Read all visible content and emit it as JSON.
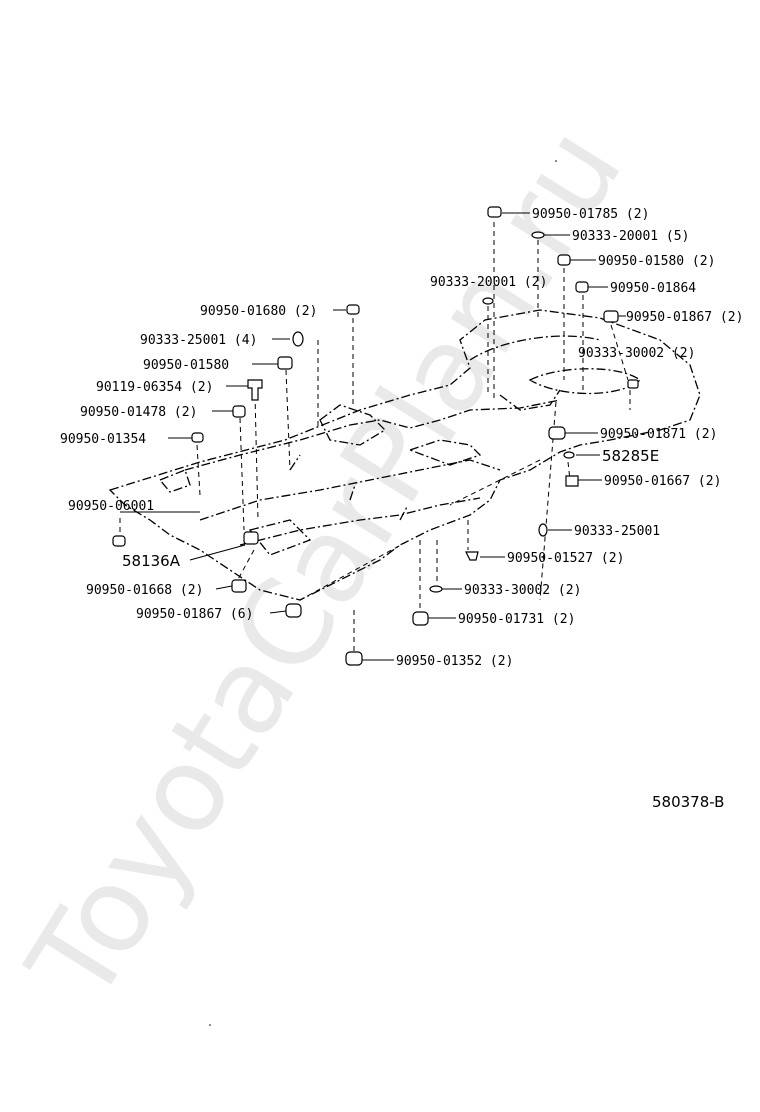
{
  "diagram": {
    "drawing_code": "580378-B",
    "watermark": "ToyotaCarPlan.ru",
    "callouts": [
      "90950-01785 (2)",
      "90333-20001 (5)",
      "90950-01580 (2)",
      "90333-20001 (2)",
      "90950-01864",
      "90950-01867 (2)",
      "90950-01680 (2)",
      "90333-25001 (4)",
      "90333-30002 (2)",
      "90950-01580",
      "90119-06354 (2)",
      "90950-01478 (2)",
      "90950-01871 (2)",
      "90950-01354",
      "58285E",
      "90950-01667 (2)",
      "90950-06001",
      "90333-25001",
      "58136A",
      "90950-01527 (2)",
      "90950-01668 (2)",
      "90333-30002 (2)",
      "90950-01867 (6)",
      "90950-01731 (2)",
      "90950-01352 (2)"
    ]
  }
}
